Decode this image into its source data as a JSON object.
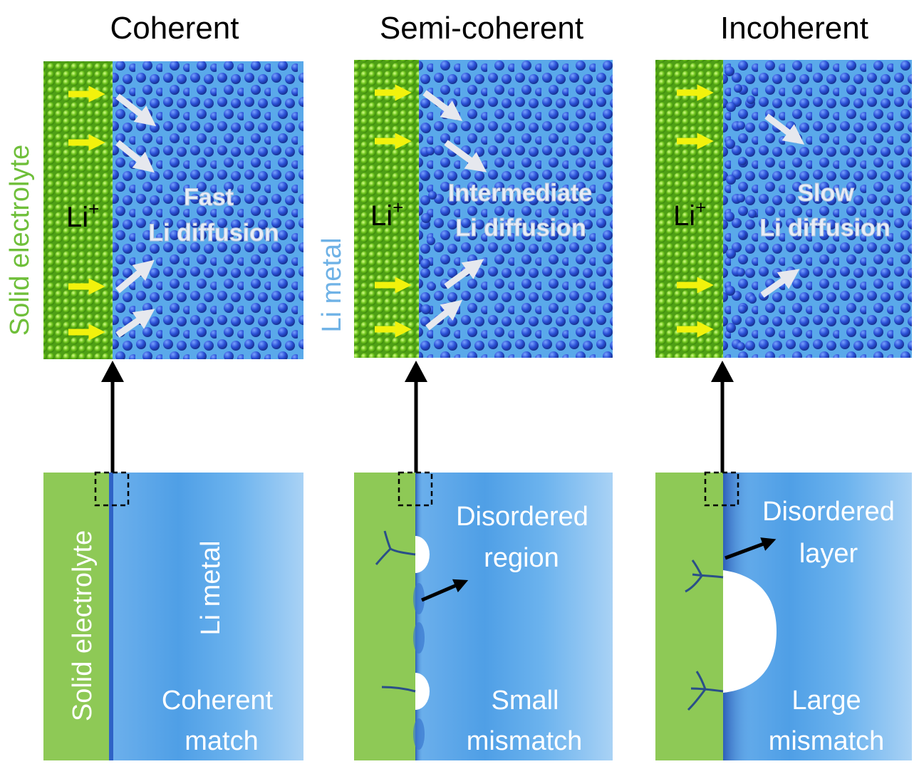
{
  "panels": [
    {
      "id": "coherent",
      "title": "Coherent",
      "li_ion": "Li",
      "li_ion_sup": "+",
      "diffusion_line1": "Fast",
      "diffusion_line2": "Li diffusion",
      "match_line1": "Coherent",
      "match_line2": "match"
    },
    {
      "id": "semi-coherent",
      "title": "Semi-coherent",
      "li_ion": "Li",
      "li_ion_sup": "+",
      "diffusion_line1": "Intermediate",
      "diffusion_line2": "Li diffusion",
      "region_line1": "Disordered",
      "region_line2": "region",
      "match_line1": "Small",
      "match_line2": "mismatch"
    },
    {
      "id": "incoherent",
      "title": "Incoherent",
      "li_ion": "Li",
      "li_ion_sup": "+",
      "diffusion_line1": "Slow",
      "diffusion_line2": "Li diffusion",
      "region_line1": "Disordered",
      "region_line2": "layer",
      "match_line1": "Large",
      "match_line2": "mismatch"
    }
  ],
  "side_labels": {
    "solid_electrolyte": "Solid electrolyte",
    "li_metal": "Li metal",
    "lower_solid_electrolyte": "Solid electrolyte",
    "lower_li_metal": "Li metal"
  },
  "colors": {
    "electrolyte_green": "#7cc63c",
    "li_metal_blue": "#5aa9ea",
    "atom_blue": "#2f57d6",
    "arrow_yellow": "#f2f20c",
    "label_green": "#6fbf3a",
    "label_blue": "#6fb2e6"
  }
}
